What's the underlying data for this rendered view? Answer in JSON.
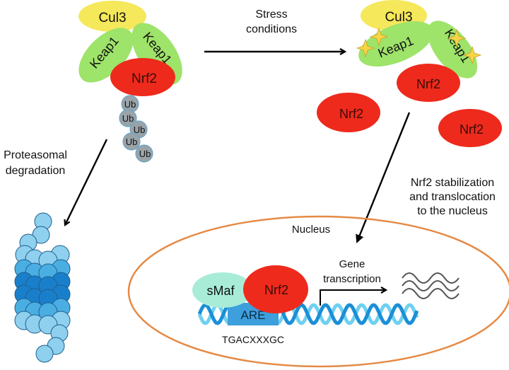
{
  "diagram": {
    "title": "Keap1-Nrf2 pathway under stress conditions",
    "colors": {
      "cul3": "#f5e85a",
      "keap1": "#9ee36a",
      "nrf2": "#ee2a1c",
      "ub": "#9aa3a8",
      "ub_stroke": "#6ba7c9",
      "smaf": "#a8ecd8",
      "are": "#3d9fdb",
      "dna_dark": "#1b8fd6",
      "dna_light": "#6fd0f0",
      "nucleus_border": "#e58a45",
      "proteasome_light": "#8ed0ee",
      "proteasome_mid": "#4aaee3",
      "proteasome_dark": "#1a7fcb",
      "star": "#f6d547",
      "arrow": "#000000"
    },
    "left_complex": {
      "cul3_label": "Cul3",
      "keap1_left_label": "Keap1",
      "keap1_right_label": "Keap1",
      "nrf2_label": "Nrf2",
      "ub_labels": [
        "Ub",
        "Ub",
        "Ub",
        "Ub",
        "Ub"
      ]
    },
    "stress_label_line1": "Stress",
    "stress_label_line2": "conditions",
    "right_complex": {
      "cul3_label": "Cul3",
      "keap1_left_label": "Keap1",
      "keap1_right_label": "Keap1",
      "nrf2_labels": [
        "Nrf2",
        "Nrf2",
        "Nrf2"
      ]
    },
    "degradation_label_line1": "Proteasomal",
    "degradation_label_line2": "degradation",
    "translocation_label_lines": [
      "Nrf2 stabilization",
      "and translocation",
      "to the nucleus"
    ],
    "nucleus": {
      "label": "Nucleus",
      "smaf_label": "sMaf",
      "nrf2_label": "Nrf2",
      "are_label": "ARE",
      "sequence": "TGACXXXGC",
      "gene_label_line1": "Gene",
      "gene_label_line2": "transcription"
    }
  }
}
